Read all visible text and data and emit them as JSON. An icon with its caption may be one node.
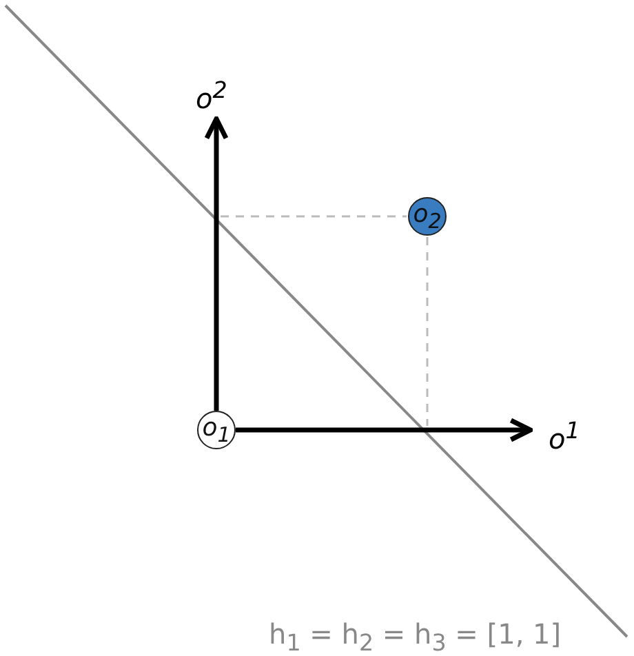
{
  "diagram": {
    "nodes": [
      {
        "text": [
          "o$_{1}$"
        ]
      },
      {
        "text": [
          "o$_{2}$"
        ]
      }
    ],
    "edges": [],
    "labels": [
      "o$^{2}$",
      "o$^{1}$",
      "h$_{1}$ = h$_{2}$ = h$_{3}$ = [1, 1]"
    ]
  }
}
